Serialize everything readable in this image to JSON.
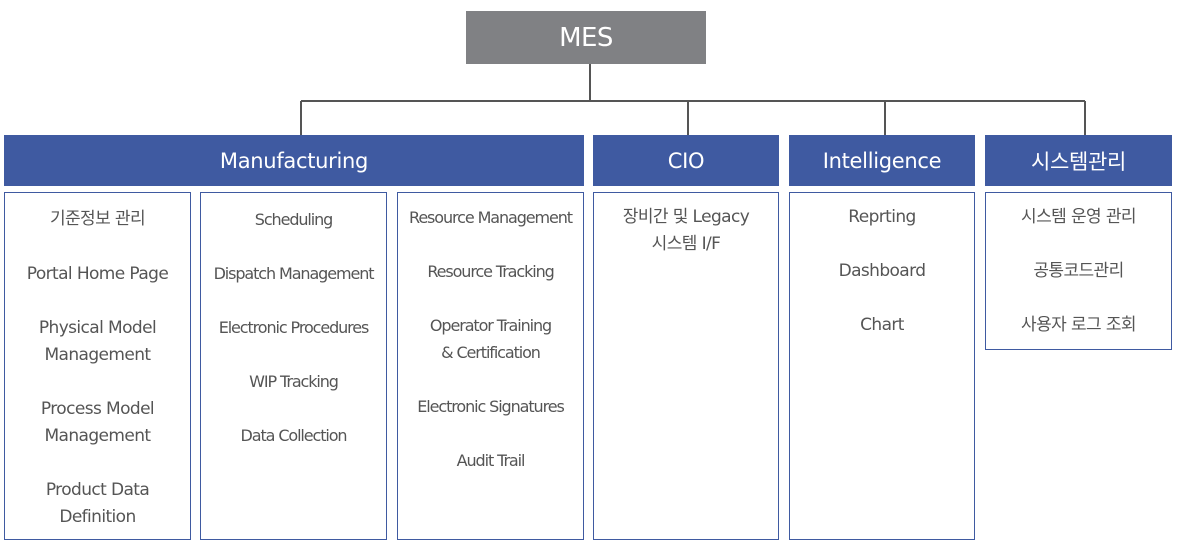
{
  "root": {
    "label": "MES"
  },
  "categories": {
    "manufacturing": {
      "label": "Manufacturing",
      "columns": [
        {
          "items": [
            "기준정보 관리",
            "Portal Home Page",
            "Physical Model\nManagement",
            "Process Model\nManagement",
            "Product Data\nDefinition"
          ]
        },
        {
          "items": [
            "Scheduling",
            "Dispatch Management",
            "Electronic Procedures",
            "WIP Tracking",
            "Data Collection"
          ]
        },
        {
          "items": [
            "Resource Management",
            "Resource Tracking",
            "Operator Training\n& Certification",
            "Electronic Signatures",
            "Audit Trail"
          ]
        }
      ]
    },
    "cio": {
      "label": "CIO",
      "items": [
        "장비간 및 Legacy\n시스템 I/F"
      ]
    },
    "intelligence": {
      "label": "Intelligence",
      "items": [
        "Reprting",
        "Dashboard",
        "Chart"
      ]
    },
    "system": {
      "label": "시스템관리",
      "items": [
        "시스템 운영 관리",
        "공통코드관리",
        "사용자 로그 조회"
      ]
    }
  },
  "colors": {
    "root_fill": "#808184",
    "header_fill": "#3f5aa1",
    "line": "#555555",
    "text": "#555555"
  }
}
